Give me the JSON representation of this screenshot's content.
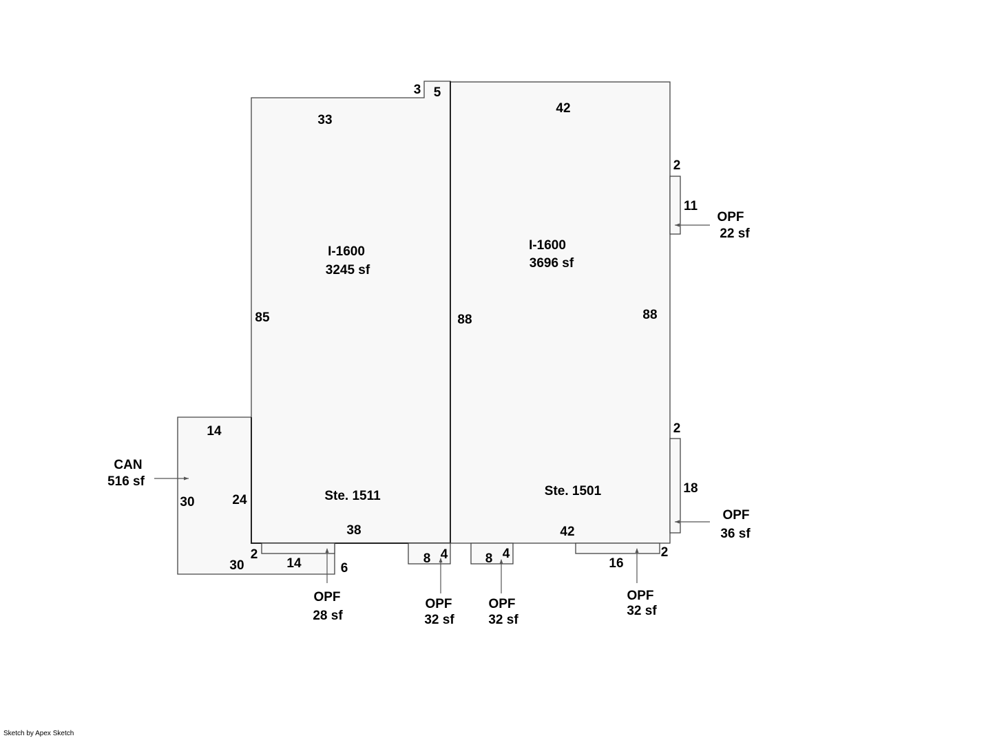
{
  "areas": {
    "left_unit": {
      "code": "I-1600",
      "area": "3245 sf",
      "name": "Ste. 1511"
    },
    "right_unit": {
      "code": "I-1600",
      "area": "3696 sf",
      "name": "Ste. 1501"
    },
    "canopy": {
      "code": "CAN",
      "area": "516 sf"
    },
    "opf_right_top": {
      "code": "OPF",
      "area": "22 sf"
    },
    "opf_right_bottom": {
      "code": "OPF",
      "area": "36 sf"
    },
    "opf_bottom_1": {
      "code": "OPF",
      "area": "28 sf"
    },
    "opf_bottom_2": {
      "code": "OPF",
      "area": "32 sf"
    },
    "opf_bottom_3": {
      "code": "OPF",
      "area": "32 sf"
    },
    "opf_bottom_4": {
      "code": "OPF",
      "area": "32 sf"
    }
  },
  "dimensions": {
    "d3": "3",
    "d5": "5",
    "d33": "33",
    "d42top": "42",
    "d2a": "2",
    "d11": "11",
    "d85": "85",
    "d88mid": "88",
    "d88right": "88",
    "d2b": "2",
    "d18": "18",
    "d14can": "14",
    "d30can": "30",
    "d24": "24",
    "d38": "38",
    "d42bottom": "42",
    "d2c": "2",
    "d14opf": "14",
    "d6": "6",
    "d30bottom": "30",
    "d8a": "8",
    "d4a": "4",
    "d8b": "8",
    "d4b": "4",
    "d16": "16",
    "d2d": "2"
  },
  "footer": "Sketch by Apex Sketch"
}
